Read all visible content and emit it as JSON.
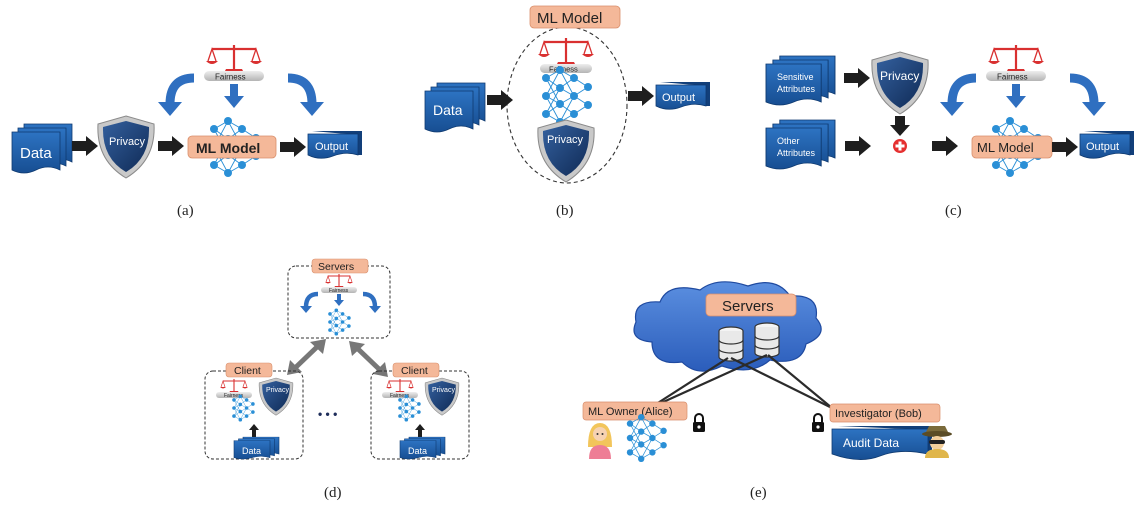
{
  "panels": {
    "a": {
      "caption": "(a)",
      "data_label": "Data",
      "privacy_label": "Privacy",
      "fairness_label": "Fairness",
      "model_label": "ML Model",
      "output_label": "Output"
    },
    "b": {
      "caption": "(b)",
      "model_title": "ML Model",
      "data_label": "Data",
      "fairness_label": "Fairness",
      "privacy_label": "Privacy",
      "output_label": "Output"
    },
    "c": {
      "caption": "(c)",
      "sensitive_line1": "Sensitive",
      "sensitive_line2": "Attributes",
      "other_line1": "Other",
      "other_line2": "Attributes",
      "privacy_label": "Privacy",
      "fairness_label": "Fairness",
      "model_label": "ML Model",
      "output_label": "Output"
    },
    "d": {
      "caption": "(d)",
      "servers_label": "Servers",
      "server_fairness_label": "Fairness",
      "client_label_left": "Client",
      "client_label_right": "Client",
      "client_fairness_left": "Fairness",
      "client_fairness_right": "Fairness",
      "client_privacy_left": "Privacy",
      "client_privacy_right": "Privacy",
      "data_label_left": "Data",
      "data_label_right": "Data",
      "ellipsis": "• • •"
    },
    "e": {
      "caption": "(e)",
      "servers_label": "Servers",
      "owner_label": "ML Owner (Alice)",
      "investigator_label": "Investigator (Bob)",
      "audit_label": "Audit Data"
    }
  },
  "colors": {
    "doc_blue": "#1f5fa8",
    "arrow_blue": "#2f6fc0",
    "node_blue": "#2a8fd6",
    "label_orange": "#f4b899",
    "shield_dark": "#1c3f73",
    "cloud_blue": "#3b6fcf",
    "scale_red": "#d93030"
  },
  "icons": {
    "scale": "scale-icon",
    "shield": "shield-icon",
    "network": "neural-network-icon",
    "lock": "lock-icon",
    "database": "database-icon",
    "cloud": "cloud-icon",
    "person": "person-icon",
    "spy": "spy-icon",
    "plus": "plus-icon"
  }
}
